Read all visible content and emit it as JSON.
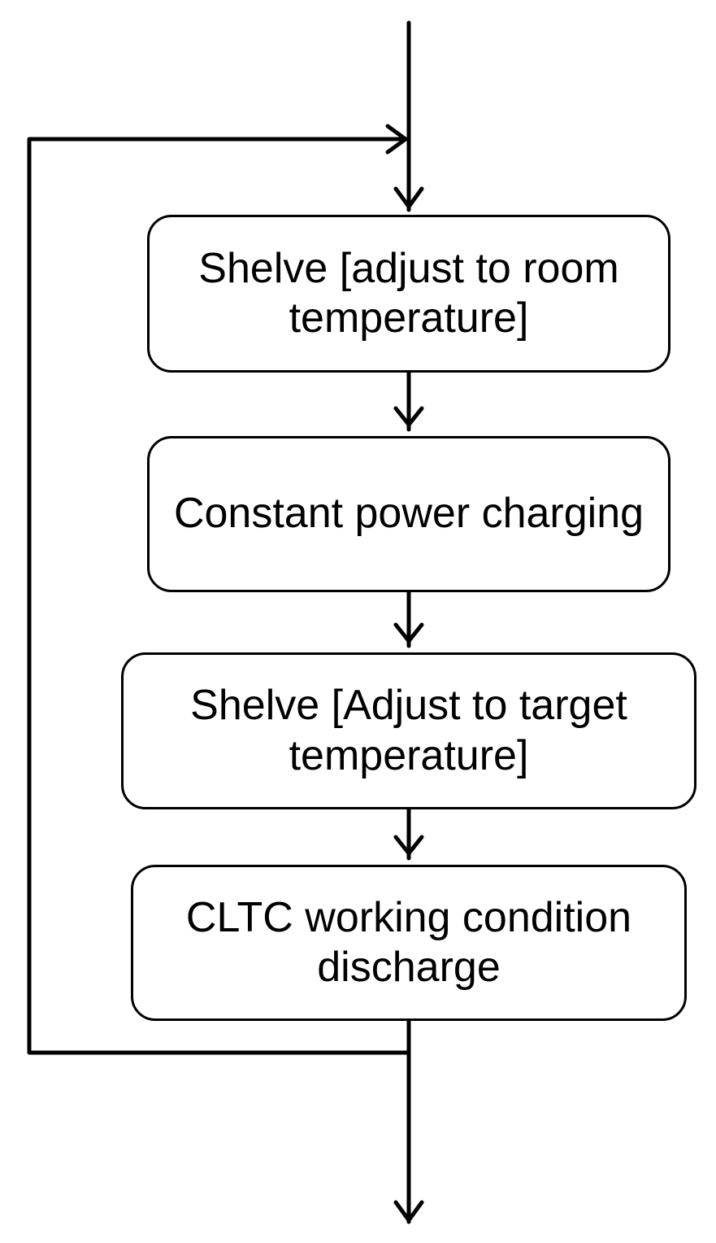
{
  "diagram": {
    "type": "flowchart",
    "steps": [
      {
        "label": "Shelve [adjust to room temperature]"
      },
      {
        "label": "Constant power charging"
      },
      {
        "label": "Shelve [Adjust to target temperature]"
      },
      {
        "label": "CLTC working condition discharge"
      }
    ],
    "colors": {
      "line": "#000000",
      "box_fill": "#ffffff",
      "text": "#000000"
    },
    "loop": "returns from after last step to top of flow"
  }
}
